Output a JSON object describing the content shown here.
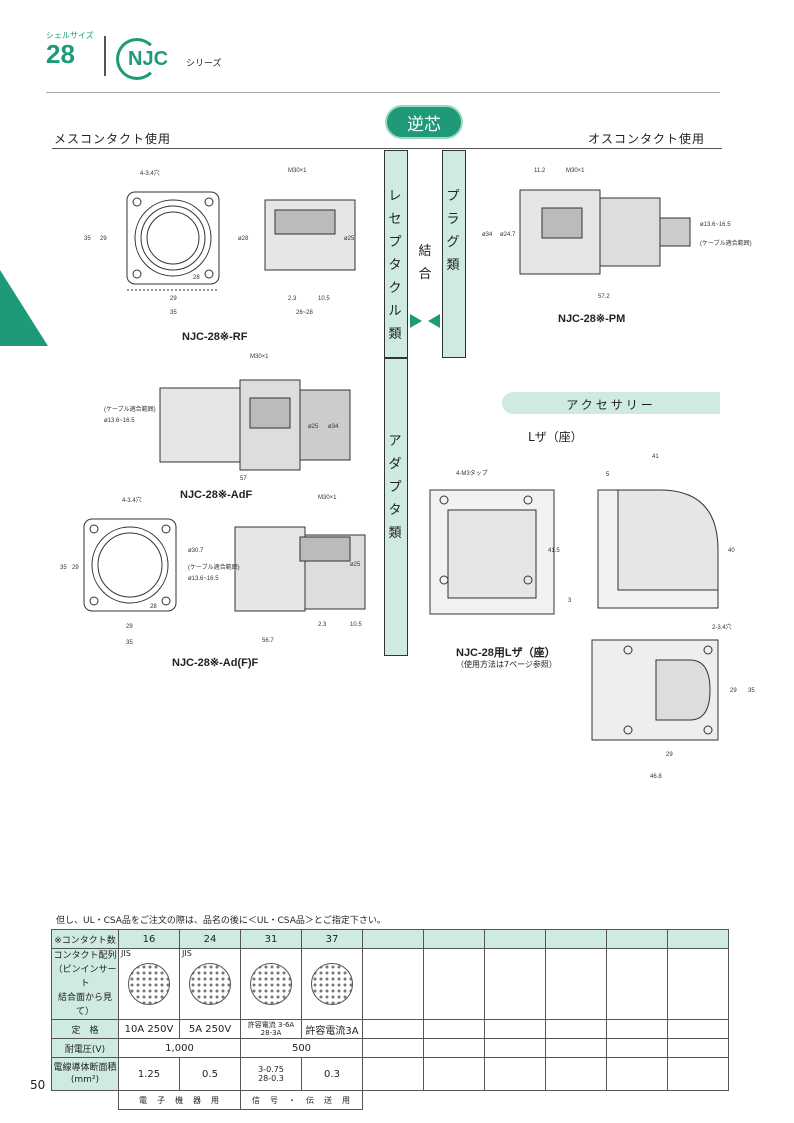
{
  "header": {
    "shell_size_label": "シェルサイズ",
    "shell_size": "28",
    "series_logo": "NJC",
    "series_suffix": "シリーズ"
  },
  "badge": "逆芯",
  "left_heading": "メスコンタクト使用",
  "right_heading": "オスコンタクト使用",
  "vertical_labels": {
    "receptacle": [
      "レ",
      "セ",
      "プ",
      "タ",
      "ク",
      "ル",
      "類"
    ],
    "coupling": [
      "結",
      "合"
    ],
    "plug": [
      "プ",
      "ラ",
      "グ",
      "類"
    ],
    "adapter": [
      "ア",
      "ダ",
      "プ",
      "タ",
      "類"
    ]
  },
  "drawings": {
    "rf": {
      "name": "NJC-28※-RF",
      "dims": [
        "4-3.4穴",
        "M30×1",
        "35",
        "29",
        "28",
        "29",
        "35",
        "ø28",
        "ø25",
        "2.3",
        "10.5",
        "26~28"
      ]
    },
    "pm": {
      "name": "NJC-28※-PM",
      "dims": [
        "11.2",
        "M30×1",
        "ø34",
        "ø24.7",
        "ø13.6~16.5",
        "(ケーブル適合範囲)",
        "57.2"
      ]
    },
    "adf": {
      "name": "NJC-28※-AdF",
      "dims": [
        "M30×1",
        "(ケーブル適合範囲)",
        "ø13.6~16.5",
        "ø25",
        "ø34",
        "57"
      ]
    },
    "adff": {
      "name": "NJC-28※-Ad(F)F",
      "dims": [
        "4-3.4穴",
        "M30×1",
        "35",
        "29",
        "28",
        "ø30.7",
        "(ケーブル適合範囲)",
        "ø13.6~16.5",
        "ø25",
        "29",
        "35",
        "2.3",
        "10.5",
        "56.7"
      ]
    }
  },
  "accessory": {
    "heading": "アクセサリー",
    "l_title": "Lザ（座）",
    "dims": [
      "4-M3タップ",
      "41",
      "5",
      "41.5",
      "40",
      "3",
      "2-3.4穴",
      "29",
      "35",
      "29",
      "46.8"
    ],
    "caption": "NJC-28用Lザ（座）",
    "note": "（使用方法は7ページ参照）"
  },
  "table": {
    "note": "但し、UL・CSA品をご注文の際は、品名の後に＜UL・CSA品＞とご指定下さい。",
    "header_label": "※コンタクト数",
    "contacts": [
      "16",
      "24",
      "31",
      "37"
    ],
    "layout_label": [
      "コンタクト配列",
      "（ピンインサート",
      "結合面から見て）"
    ],
    "jis_label": "JIS",
    "rating_label": "定　格",
    "ratings": [
      "10A 250V",
      "5A 250V",
      "許容電流",
      "3-6A",
      "28-3A",
      "許容電流3A"
    ],
    "voltage_label": "耐電圧(V)",
    "voltages": [
      "1,000",
      "500"
    ],
    "wire_label": [
      "電線導体断面積",
      "(mm²)"
    ],
    "wire": [
      "1.25",
      "0.5",
      "3-0.75",
      "28-0.3",
      "0.3"
    ],
    "footer": [
      "電　子　機　器　用",
      "信　号　・　伝　送　用"
    ]
  },
  "page_number": "50"
}
